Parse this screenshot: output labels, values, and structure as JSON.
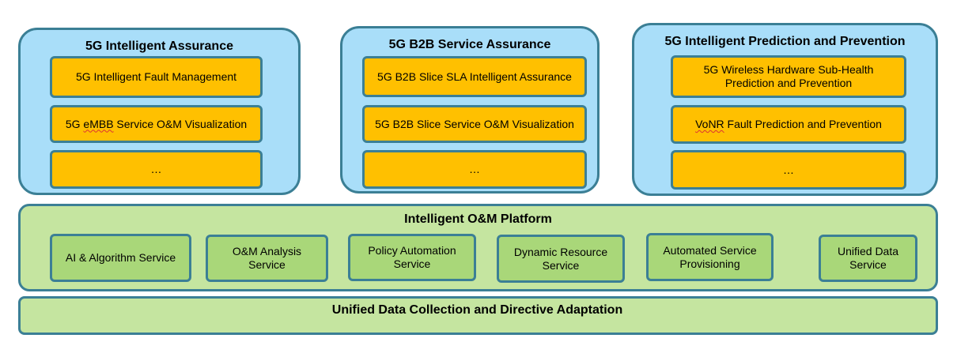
{
  "groups": [
    {
      "title": "5G Intelligent Assurance",
      "items": [
        {
          "label": "5G Intelligent Fault Management"
        },
        {
          "label_pre": "5G ",
          "label_flag": "eMBB",
          "label_post": " Service O&M Visualization"
        },
        {
          "label": "…"
        }
      ]
    },
    {
      "title": "5G B2B Service Assurance",
      "items": [
        {
          "label": "5G B2B Slice SLA Intelligent Assurance"
        },
        {
          "label": "5G B2B Slice Service O&M Visualization"
        },
        {
          "label": "…"
        }
      ]
    },
    {
      "title": "5G Intelligent Prediction and Prevention",
      "items": [
        {
          "label_line1": "5G Wireless Hardware Sub-Health",
          "label_line2": "Prediction and Prevention"
        },
        {
          "label_pre": "",
          "label_flag": "VoNR",
          "label_post": " Fault Prediction and Prevention"
        },
        {
          "label": "…"
        }
      ]
    }
  ],
  "platform": {
    "title": "Intelligent O&M Platform",
    "services": [
      {
        "line1": "AI & Algorithm Service",
        "line2": ""
      },
      {
        "line1": "O&M Analysis",
        "line2": "Service"
      },
      {
        "line1": "Policy Automation",
        "line2": "Service"
      },
      {
        "line1": "Dynamic Resource",
        "line2": "Service"
      },
      {
        "line1": "Automated Service",
        "line2": "Provisioning"
      },
      {
        "line1": "Unified Data",
        "line2": "Service"
      }
    ]
  },
  "data_layer": {
    "title": "Unified Data Collection and Directive Adaptation"
  },
  "colors": {
    "group_fill": "#a9def9",
    "item_fill": "#ffc000",
    "platform_fill": "#c5e5a0",
    "service_fill": "#a9d779",
    "border": "#3b7f95"
  }
}
